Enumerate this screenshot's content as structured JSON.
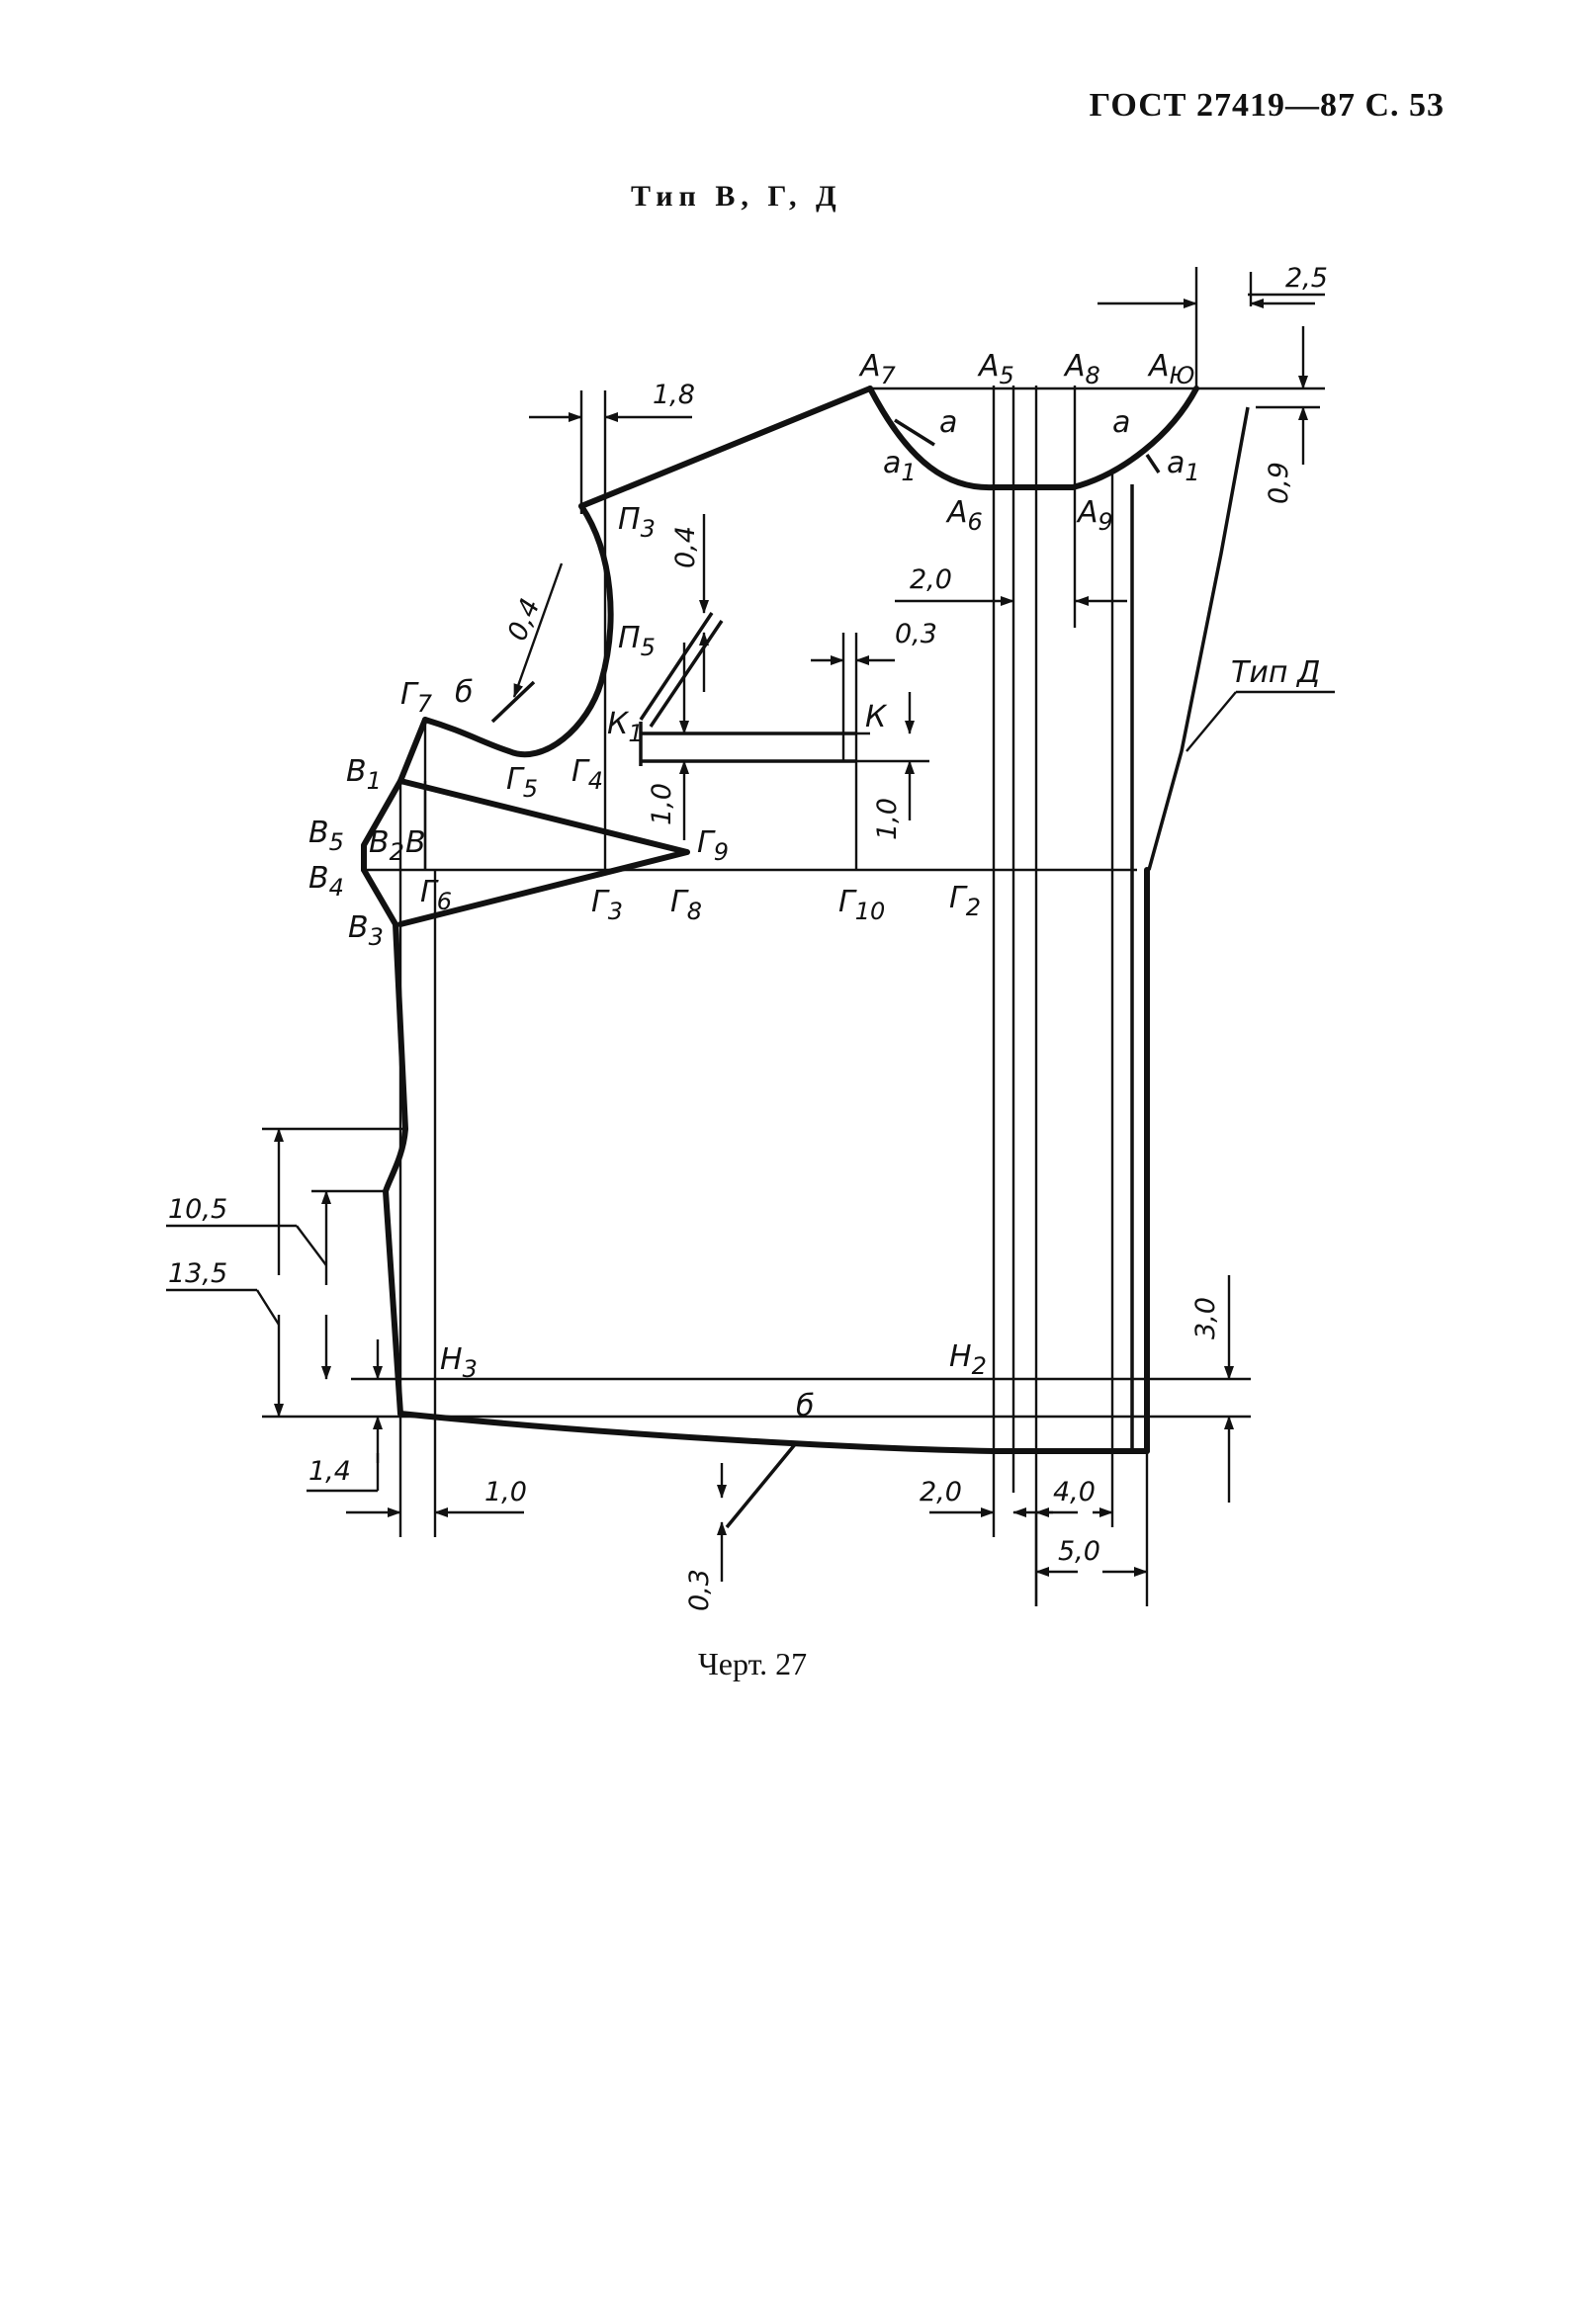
{
  "header": {
    "running_head": "ГОСТ 27419—87 С. 53"
  },
  "figure": {
    "title": "Тип В, Г, Д",
    "caption": "Черт. 27",
    "type_label": "Тип Д",
    "points": {
      "A7": "А",
      "A7s": "7",
      "A5": "А",
      "A5s": "5",
      "A8": "А",
      "A8s": "8",
      "A10": "А",
      "A10s": "Ю",
      "A6": "А",
      "A6s": "6",
      "A9": "А",
      "A9s": "9",
      "a": "а",
      "a1": "а",
      "a1s": "1",
      "P3": "П",
      "P3s": "3",
      "P5": "П",
      "P5s": "5",
      "G7": "Г",
      "G7s": "7",
      "G5": "Г",
      "G5s": "5",
      "G4": "Г",
      "G4s": "4",
      "G9": "Г",
      "G9s": "9",
      "G6": "Г",
      "G6s": "6",
      "G3": "Г",
      "G3s": "3",
      "G8": "Г",
      "G8s": "8",
      "G10": "Г",
      "G10s": "10",
      "G2": "Г",
      "G2s": "2",
      "K1": "К",
      "K1s": "1",
      "K": "К",
      "B1": "В",
      "B1s": "1",
      "B5": "В",
      "B5s": "5",
      "B2": "В",
      "B2s": "2",
      "B": "В",
      "B4": "В",
      "B4s": "4",
      "B3": "В",
      "B3s": "3",
      "H3": "Н",
      "H3s": "3",
      "H2": "Н",
      "H2s": "2",
      "b": "б"
    },
    "dimensions": {
      "d_2_5": "2,5",
      "d_1_8": "1,8",
      "d_0_9": "0,9",
      "d_0_4_a": "0,4",
      "d_0_4_b": "0,4",
      "d_0_3_top": "0,3",
      "d_2_0_top": "2,0",
      "d_1_0_a": "1,0",
      "d_1_0_b": "1,0",
      "d_10_5": "10,5",
      "d_13_5": "13,5",
      "d_3_0": "3,0",
      "d_1_4": "1,4",
      "d_1_0_bottom": "1,0",
      "d_0_3_bottom": "0,3",
      "d_2_0_bottom": "2,0",
      "d_4_0": "4,0",
      "d_5_0": "5,0"
    }
  }
}
